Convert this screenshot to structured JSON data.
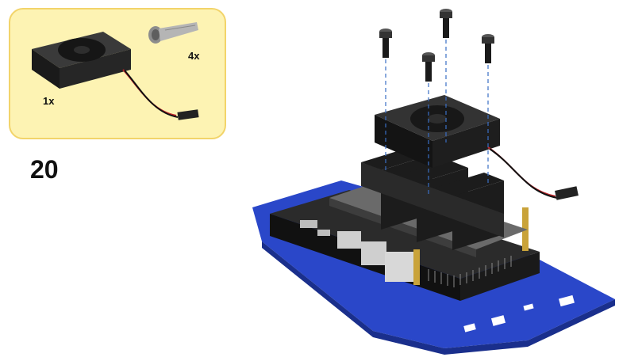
{
  "step": {
    "number": "20"
  },
  "parts": {
    "fan": {
      "quantity": "1x",
      "icon": "cooling-fan-icon"
    },
    "screw": {
      "quantity": "4x",
      "icon": "screw-icon"
    }
  },
  "colors": {
    "panel_background": "#fdf3b3",
    "panel_border": "#f2d46a",
    "base_plate": "#2a47c9",
    "heatsink": "#1c1c1c",
    "fan": "#222222",
    "standoff": "#c9a33a",
    "guide_line": "#3a6fc4"
  }
}
